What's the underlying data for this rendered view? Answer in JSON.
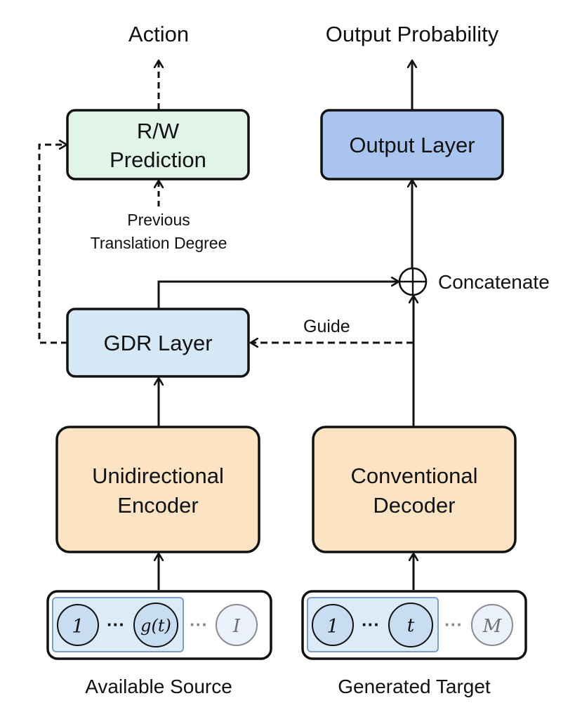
{
  "colors": {
    "rw_fill": "#e1f4ea",
    "output_fill": "#a9c4ee",
    "gdr_fill": "#d4e8f6",
    "encdec_fill": "#fbe3c4",
    "token_fill": "#c8dcf2",
    "token_group_fill": "#dcebf8",
    "token_group_stroke": "#7f9fc6",
    "token_faded_fill": "#eaf1fa",
    "stroke": "#111111"
  },
  "top_labels": {
    "action": "Action",
    "output_probability": "Output Probability"
  },
  "boxes": {
    "rw_line1": "R/W",
    "rw_line2": "Prediction",
    "output_layer": "Output Layer",
    "gdr_layer": "GDR Layer",
    "encoder_line1": "Unidirectional",
    "encoder_line2": "Encoder",
    "decoder_line1": "Conventional",
    "decoder_line2": "Decoder"
  },
  "annotations": {
    "previous_line1": "Previous",
    "previous_line2": "Translation Degree",
    "concatenate": "Concatenate",
    "guide": "Guide"
  },
  "source_tokens": {
    "first": "1",
    "ellipsis": "···",
    "current": "g(t)",
    "ellipsis_faded": "···",
    "last": "I"
  },
  "target_tokens": {
    "first": "1",
    "ellipsis": "···",
    "current": "t",
    "ellipsis_faded": "···",
    "last": "M"
  },
  "bottom_labels": {
    "source": "Available Source",
    "target": "Generated Target"
  }
}
